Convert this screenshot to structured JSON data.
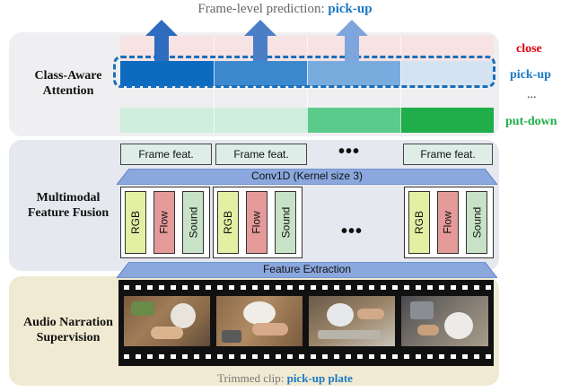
{
  "header": {
    "prefix": "Frame-level prediction: ",
    "prediction": "pick-up"
  },
  "panels": {
    "attention": {
      "label_line1": "Class-Aware",
      "label_line2": "Attention"
    },
    "fusion": {
      "label_line1": "Multimodal",
      "label_line2": "Feature Fusion"
    },
    "narration": {
      "label_line1": "Audio Narration",
      "label_line2": "Supervision"
    }
  },
  "classes": {
    "close": "close",
    "pickup": "pick-up",
    "ellipsis": "...",
    "putdown": "put-down"
  },
  "frame_feats": [
    "Frame feat.",
    "Frame feat.",
    "Frame feat."
  ],
  "conv_label": "Conv1D (Kernel size 3)",
  "feature_extraction_label": "Feature Extraction",
  "modalities": {
    "rgb": "RGB",
    "flow": "Flow",
    "sound": "Sound"
  },
  "ellipsis_dots": "•••",
  "clip": {
    "prefix": "Trimmed clip: ",
    "label": "pick-up plate"
  },
  "colors": {
    "close": "#e0000f",
    "pickup": "#1a7ac4",
    "putdown": "#1fae4a",
    "arrow": "#4a79c8",
    "panel_gray": "#e6e8ef",
    "panel_tan": "#f1ead2"
  },
  "icons": {
    "arrow": "up-arrow-icon",
    "film": "film-strip-icon"
  }
}
